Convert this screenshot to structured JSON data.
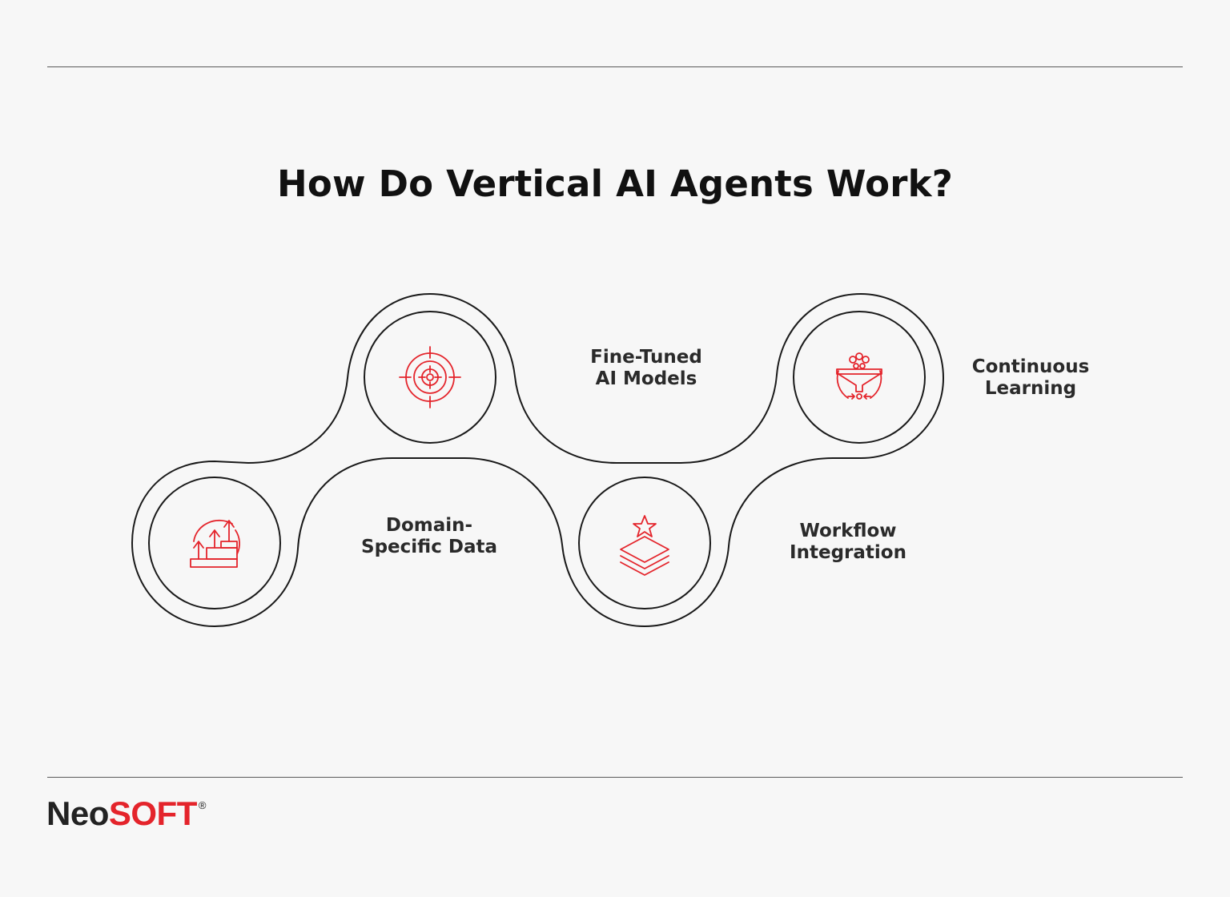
{
  "title": "How Do Vertical AI Agents Work?",
  "steps": [
    {
      "line1": "Domain-",
      "line2": "Specific Data",
      "icon": "growth-arrows-icon"
    },
    {
      "line1": "Fine-Tuned",
      "line2": "AI Models",
      "icon": "target-icon"
    },
    {
      "line1": "Workflow",
      "line2": "Integration",
      "icon": "layers-star-icon"
    },
    {
      "line1": "Continuous",
      "line2": "Learning",
      "icon": "funnel-icon"
    }
  ],
  "logo": {
    "part1": "Neo",
    "part2": "SOFT",
    "mark": "®"
  },
  "colors": {
    "accent": "#e4242b",
    "outline": "#1a1a1a",
    "rule": "#5a5a5a",
    "background": "#f7f7f7"
  }
}
